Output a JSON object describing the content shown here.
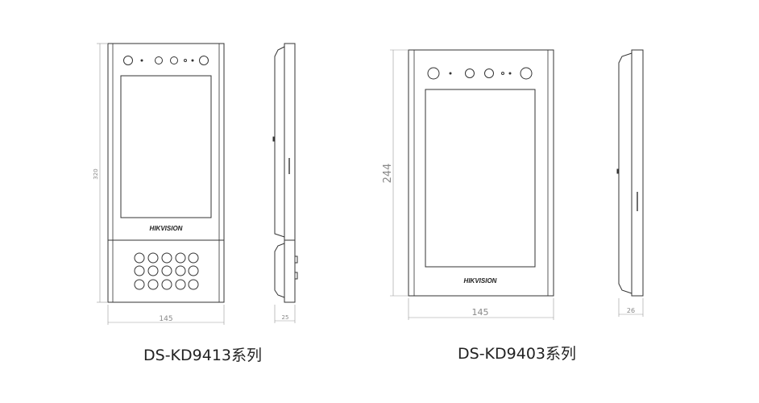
{
  "models": [
    {
      "caption": "DS-KD9413系列",
      "brand": "HIKVISION",
      "dimensions": {
        "height": "320",
        "width": "145",
        "depth": "25"
      }
    },
    {
      "caption": "DS-KD9403系列",
      "brand": "HIKVISION",
      "dimensions": {
        "height": "244",
        "width": "145",
        "depth": "26"
      }
    }
  ],
  "colors": {
    "line": "#333333",
    "dim_line": "#999999",
    "dim_text": "#888888"
  }
}
